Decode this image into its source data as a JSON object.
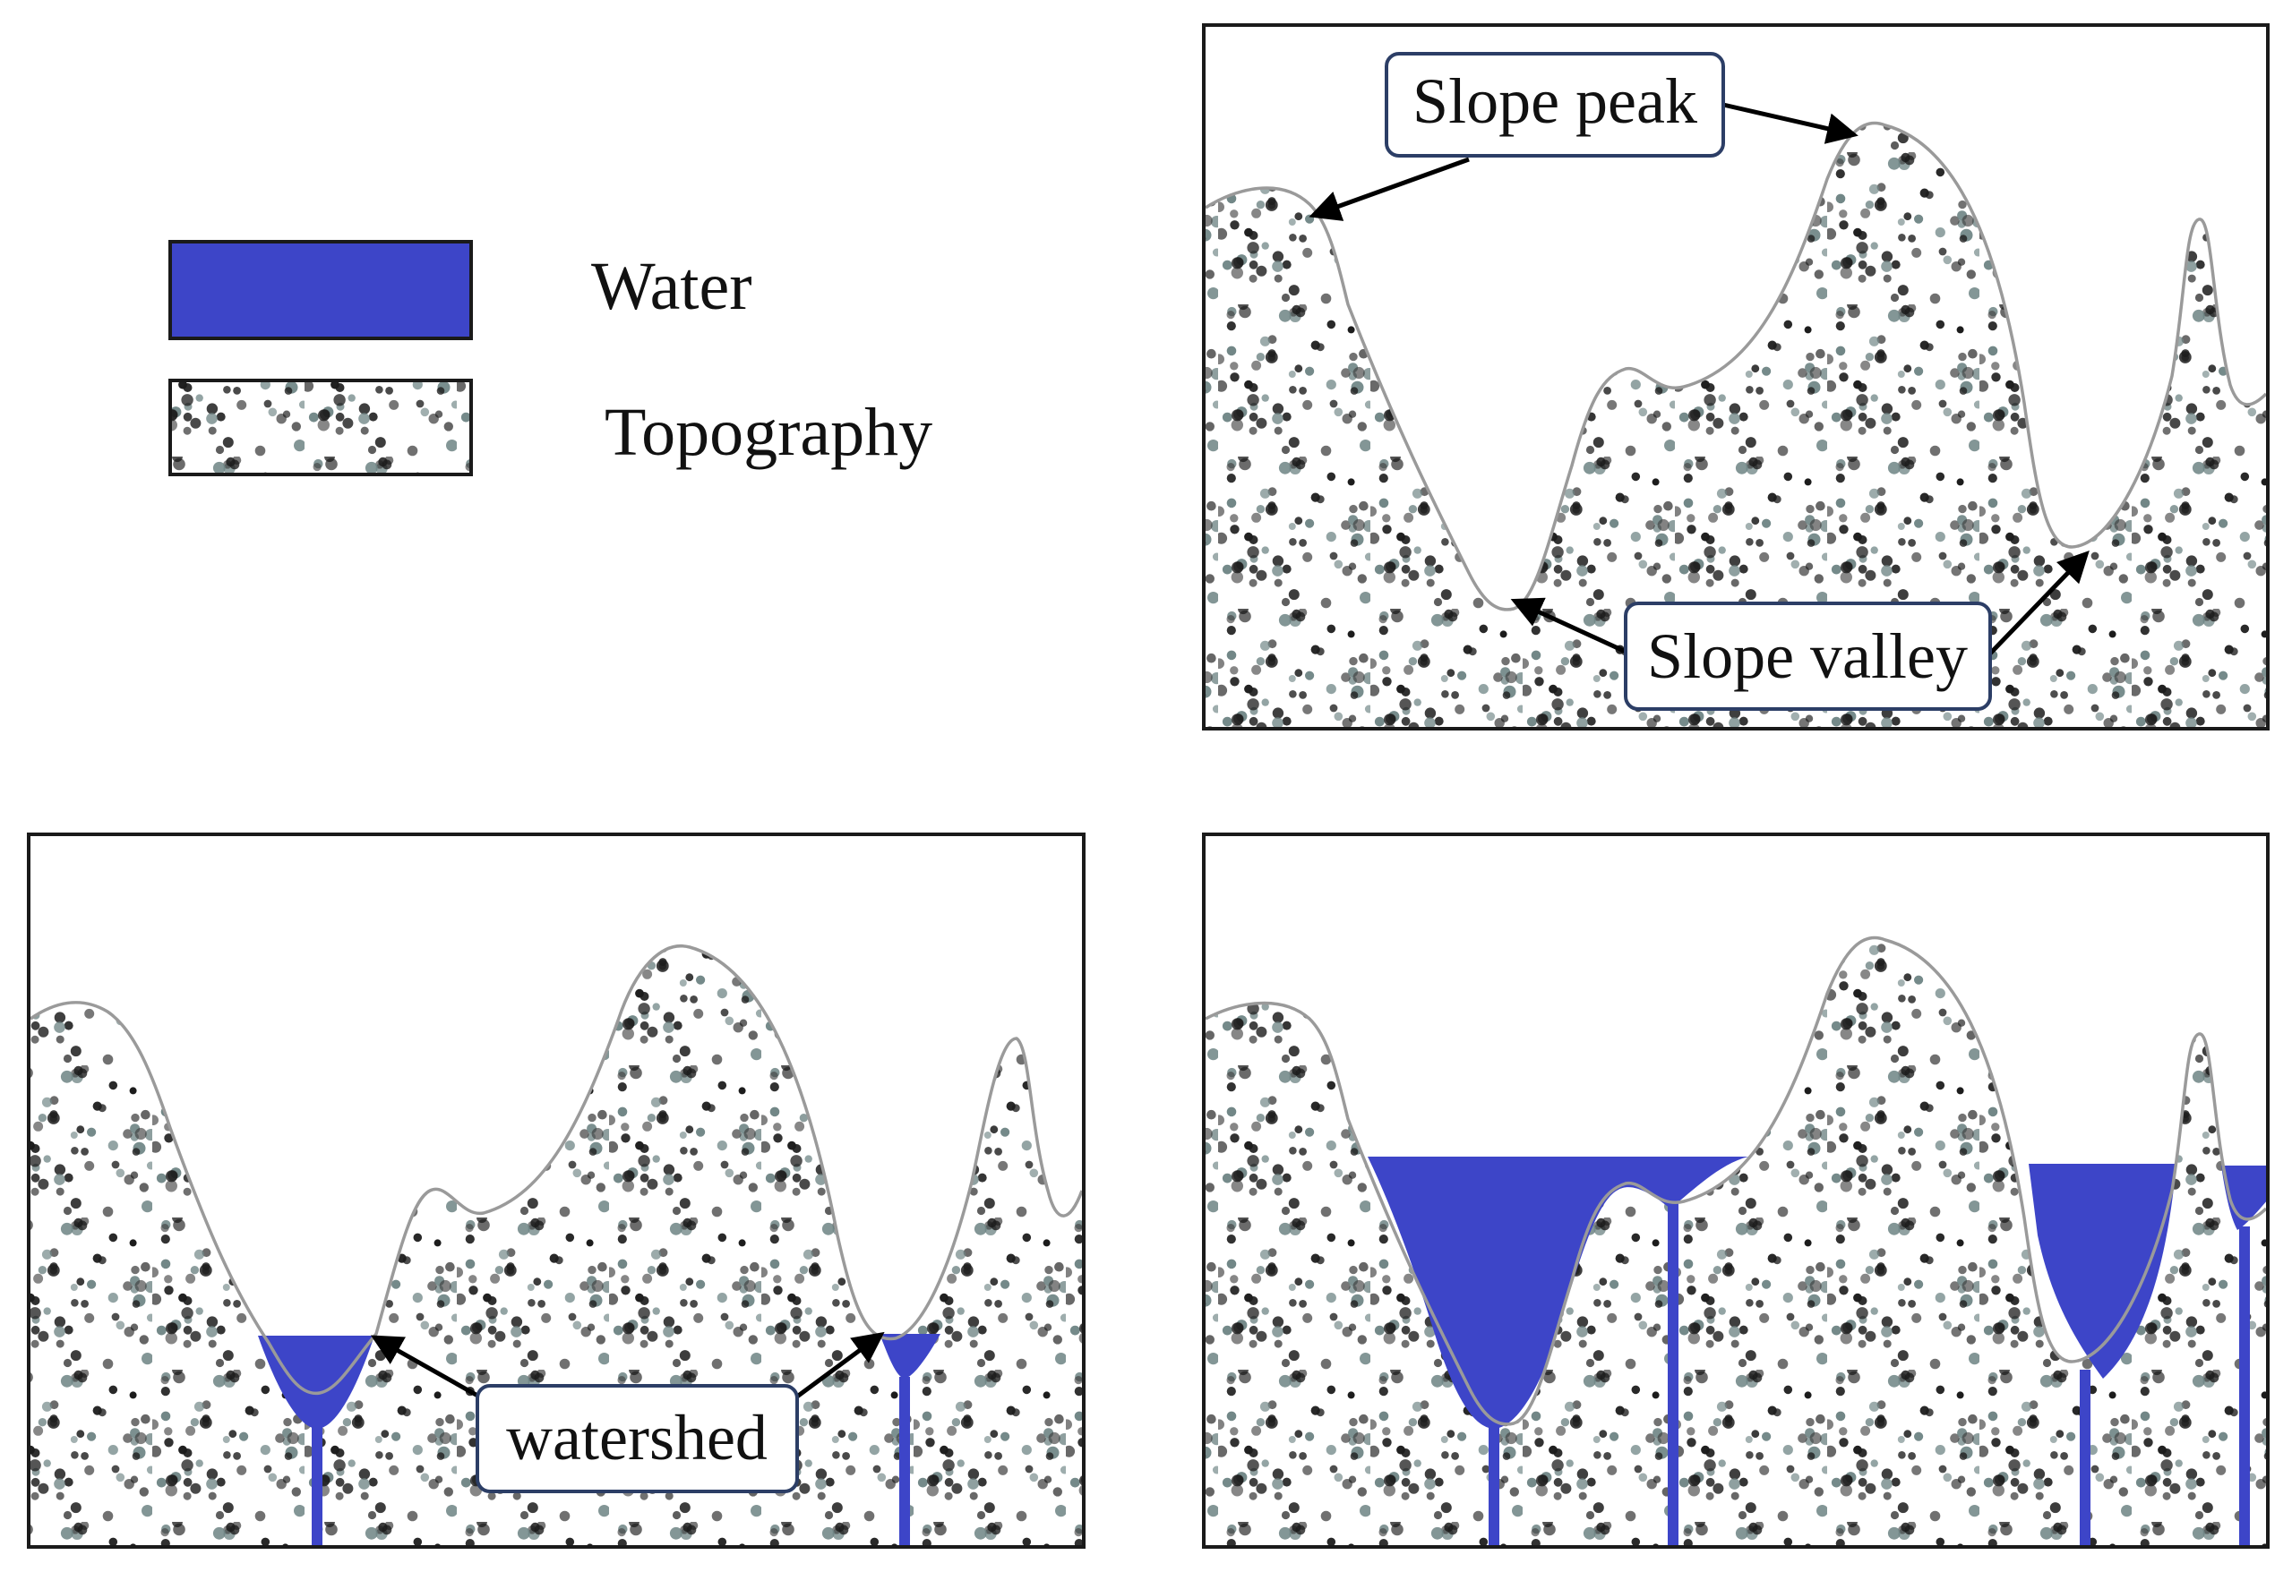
{
  "legend": {
    "water_label": "Water",
    "topography_label": "Topography"
  },
  "callouts": {
    "slope_peak": "Slope peak",
    "slope_valley": "Slope valley",
    "watershed": "watershed"
  },
  "colors": {
    "water": "#3d45c8",
    "frame": "#1a1a1a",
    "terrain_outline": "#9a9a9a",
    "dot_dark": "#1c1c1c",
    "dot_mid": "#3b3b3b",
    "dot_teal": "#6f8585",
    "callout_border": "#2c3e66"
  }
}
